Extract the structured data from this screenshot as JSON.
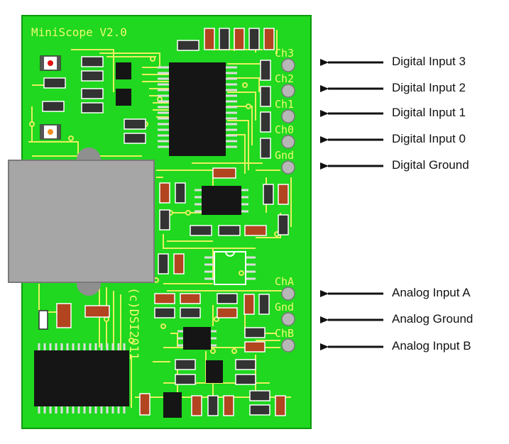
{
  "board": {
    "title": "MiniScope V2.0",
    "copyright": "(c)DSI2011",
    "colors": {
      "pcb": "#1fd81f",
      "trace": "#e8f060",
      "chip": "#151515",
      "usb": "#a6a6a6",
      "resistor": "#b34420"
    },
    "pads": [
      {
        "name": "Ch3",
        "label": "Digital Input 3"
      },
      {
        "name": "Ch2",
        "label": "Digital Input 2"
      },
      {
        "name": "Ch1",
        "label": "Digital Input 1"
      },
      {
        "name": "Ch0",
        "label": "Digital Input 0"
      },
      {
        "name": "Gnd",
        "label": "Digital Ground"
      },
      {
        "name": "ChA",
        "label": "Analog Input A"
      },
      {
        "name": "Gnd",
        "label": "Analog Ground"
      },
      {
        "name": "ChB",
        "label": "Analog Input B"
      }
    ]
  }
}
